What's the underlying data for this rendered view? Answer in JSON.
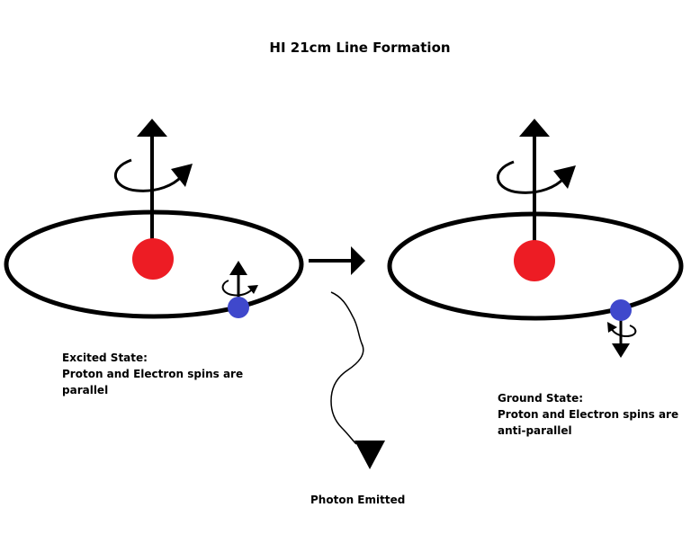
{
  "title": "HI 21cm Line Formation",
  "excited_state": {
    "heading": "Excited State:",
    "line1": "Proton and Electron spins are",
    "line2": "parallel"
  },
  "ground_state": {
    "heading": "Ground State:",
    "line1": "Proton and Electron spins are",
    "line2": "anti-parallel"
  },
  "photon_label": "Photon Emitted",
  "colors": {
    "proton": "#ed1c24",
    "electron": "#3f48cc",
    "lines": "#000000",
    "background": "#ffffff"
  }
}
